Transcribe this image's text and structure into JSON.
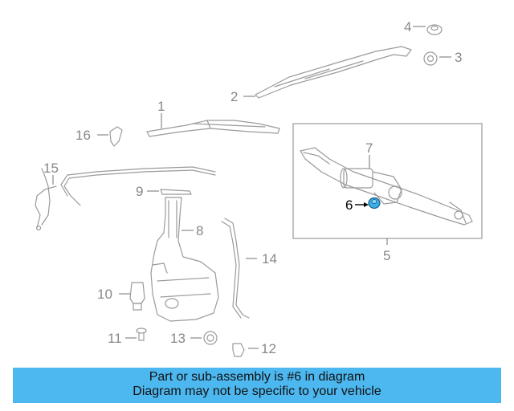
{
  "banner": {
    "line1": "Part or sub-assembly is #6 in diagram",
    "line2": "Diagram may not be specific to your vehicle"
  },
  "callouts": {
    "c1": "1",
    "c2": "2",
    "c3": "3",
    "c4": "4",
    "c5": "5",
    "c6": "6",
    "c7": "7",
    "c8": "8",
    "c9": "9",
    "c10": "10",
    "c11": "11",
    "c12": "12",
    "c13": "13",
    "c14": "14",
    "c15": "15",
    "c16": "16"
  },
  "highlight_color": "#3aaee6",
  "banner_color": "#4db8ef"
}
